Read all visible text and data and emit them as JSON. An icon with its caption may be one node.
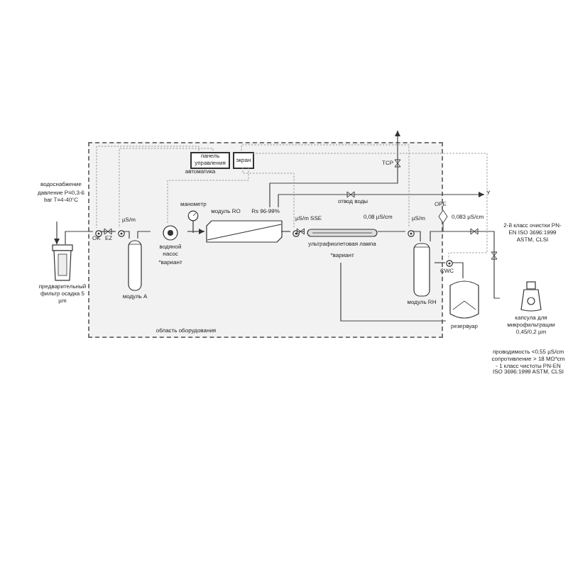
{
  "diagram": {
    "nodes": [
      {
        "text": [
          "область оборудования"
        ]
      },
      {
        "text": [
          "водоснабжение",
          "давление P=0,3-6 bar T=4-40°C"
        ]
      },
      {
        "text": [
          "предварительный фильтр осадка 5 µm"
        ]
      },
      {
        "text": [
          "модуль A"
        ],
        "in": 0
      },
      {
        "text": [
          "водяной насос",
          "*вариант"
        ],
        "in": 0
      },
      {
        "text": [
          "манометр"
        ],
        "in": 0
      },
      {
        "text": [
          "модуль RO",
          "Rs 96-99%"
        ],
        "in": 0
      },
      {
        "text": [
          "панель управления"
        ],
        "in": 0,
        "beside": [
          "автоматика"
        ]
      },
      {
        "text": [
          "экран"
        ],
        "in": 0
      },
      {
        "text": [
          "ультрафиолетовая лампа",
          "*вариант"
        ],
        "in": 0
      },
      {
        "text": [
          "модуль RH"
        ],
        "in": 0
      },
      {
        "text": [
          "резервуар"
        ]
      },
      {
        "text": [
          "капсула для микрофильтрации 0,45/0,2 µm"
        ]
      },
      {
        "text": [
          "Y"
        ]
      },
      {
        "text": [],
        "shape": "circle",
        "in": 0,
        "beside": [
          "OK"
        ]
      },
      {
        "text": [],
        "shape": "circle",
        "in": 0,
        "beside": [
          "µS/m"
        ]
      },
      {
        "text": [],
        "shape": "circle",
        "in": 0,
        "beside": [
          "µS/m SSE"
        ]
      },
      {
        "text": [],
        "shape": "circle",
        "in": 0,
        "beside": [
          "µS/m"
        ]
      },
      {
        "text": [],
        "shape": "circle",
        "beside": [
          "CWC"
        ]
      }
    ],
    "edges": [
      {
        "from": 1,
        "to": 2,
        "arrow": "to"
      },
      {
        "from": 2,
        "to": 14,
        "arrow": "none"
      },
      {
        "from": 14,
        "to": 15,
        "arrow": "none"
      },
      {
        "from": 15,
        "to": 3,
        "arrow": "none"
      },
      {
        "from": 3,
        "to": 4,
        "arrow": "none"
      },
      {
        "from": 4,
        "to": 6,
        "arrow": "to"
      },
      {
        "from": 6,
        "to": 16,
        "arrow": "none"
      },
      {
        "from": 16,
        "to": 9,
        "arrow": "none"
      },
      {
        "from": 9,
        "to": 17,
        "arrow": "none"
      },
      {
        "from": 17,
        "to": 10,
        "arrow": "none"
      },
      {
        "from": 10,
        "to": 12,
        "arrow": "none"
      },
      {
        "from": 10,
        "to": 18,
        "arrow": "none"
      },
      {
        "from": 18,
        "to": 11,
        "arrow": "none"
      },
      {
        "from": 11,
        "to": 9,
        "arrow": "none"
      },
      {
        "from": 6,
        "to": 13,
        "arrow": "to"
      },
      {
        "from": 6,
        "to": null,
        "arrow": "to"
      },
      {
        "from": 7,
        "to": 14,
        "arrow": "none",
        "style": "dashed",
        "color": "#999999"
      },
      {
        "from": 7,
        "to": 15,
        "arrow": "none",
        "style": "dashed",
        "color": "#999999"
      },
      {
        "from": 8,
        "to": 17,
        "arrow": "none",
        "style": "dashed",
        "color": "#999999"
      },
      {
        "from": 8,
        "to": 4,
        "arrow": "none",
        "style": "dashed",
        "color": "#999999"
      },
      {
        "from": 8,
        "to": 16,
        "arrow": "none",
        "style": "dashed",
        "color": "#999999"
      },
      {
        "from": 8,
        "to": 18,
        "arrow": "none",
        "style": "dashed",
        "color": "#999999"
      }
    ],
    "labels": [
      "EZ",
      "отвод воды",
      "TCP",
      "0,08 µS/cm",
      "OPE",
      "0,083 µS/cm",
      "2-й класс очистки PN-EN ISO 3696:1999 ASTM, CLSI",
      "проводимость <0,55 µS/cm сопротивление > 18 MΩ*cm - 1 класс чистоты PN-EN ISO 3696:1999 ASTM, CLSI"
    ]
  }
}
